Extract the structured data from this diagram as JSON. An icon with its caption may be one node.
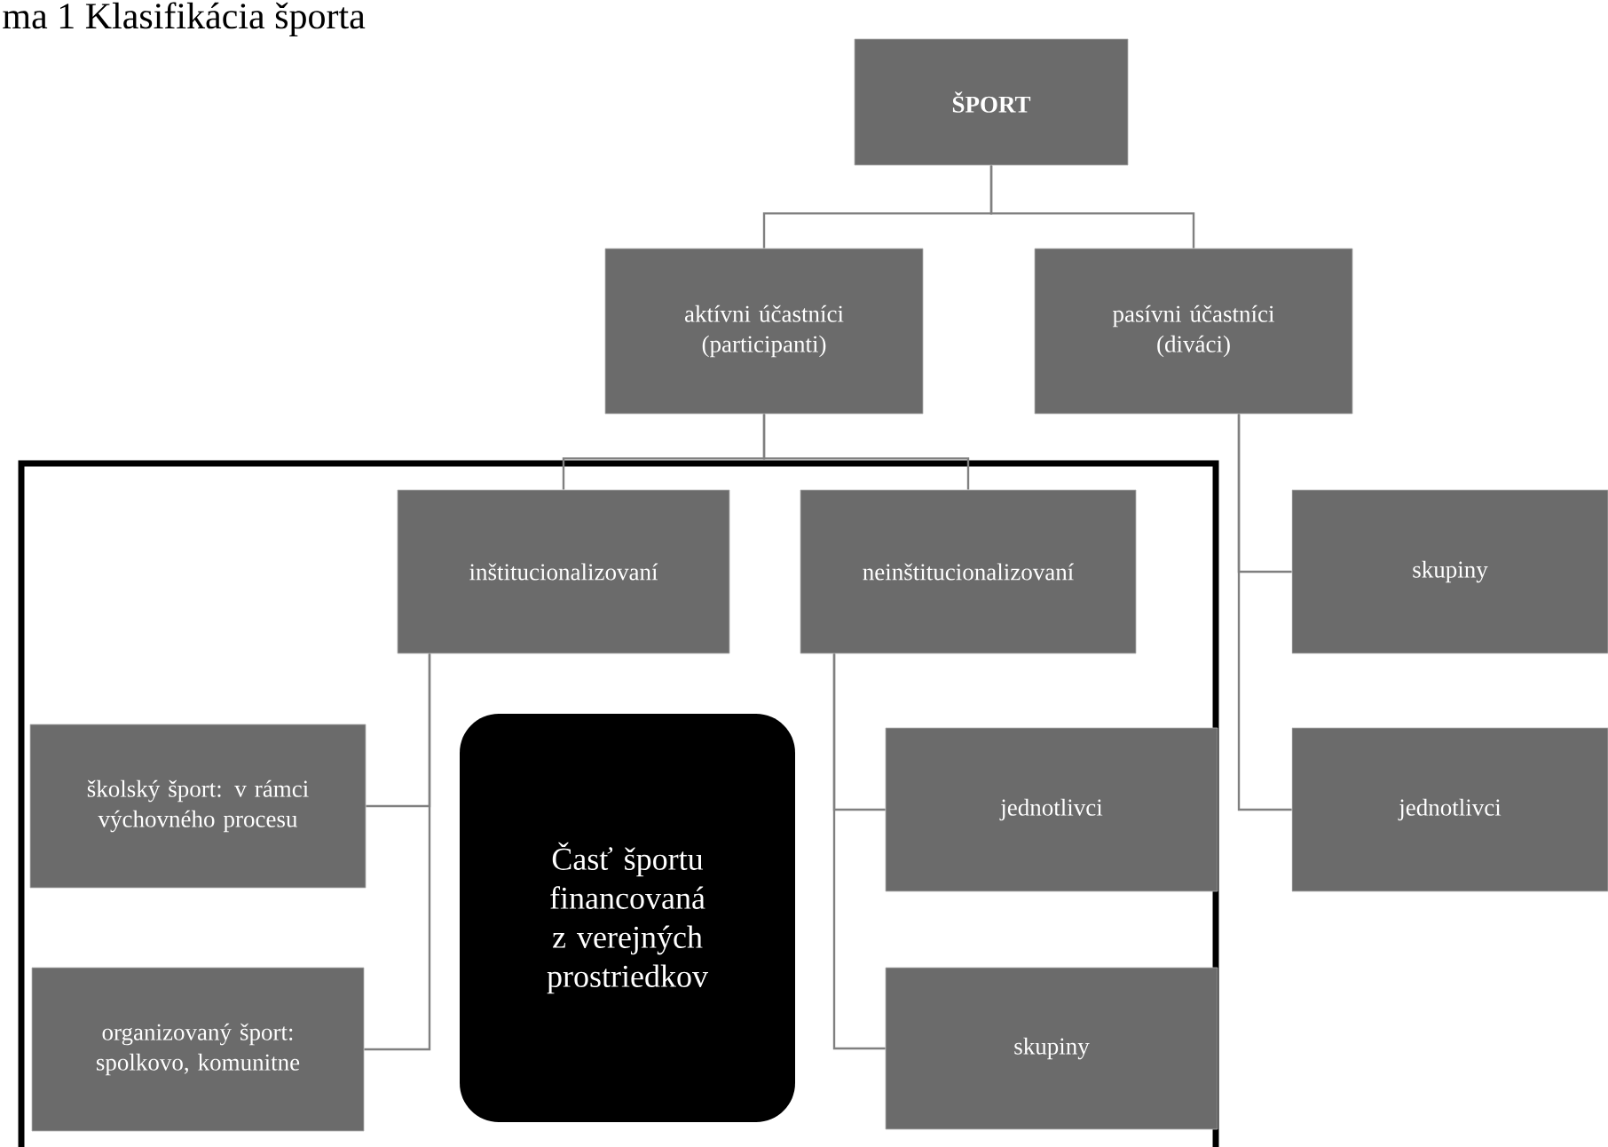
{
  "diagram": {
    "title": "ma 1 Klasifikácia športa",
    "nodes": [
      {
        "text": [
          "ŠPORT"
        ]
      },
      {
        "text": [
          "aktívni účastníci (participanti)"
        ]
      },
      {
        "text": [
          "pasívni účastníci (diváci)"
        ]
      },
      {
        "text": [],
        "shape": "box"
      },
      {
        "text": [
          "inštitucionalizovaní"
        ],
        "in": 3
      },
      {
        "text": [
          "neinštitucionalizovaní"
        ],
        "in": 3
      },
      {
        "text": [
          "školský šport: v rámci výchovného procesu"
        ],
        "in": 3
      },
      {
        "text": [
          "Časť športu financovaná z verejných prostriedkov"
        ],
        "in": 3
      },
      {
        "text": [
          "jednotlivci"
        ],
        "in": 3
      },
      {
        "text": [
          "organizovaný šport: spolkovo, komunitne"
        ],
        "in": 3
      },
      {
        "text": [
          "skupiny"
        ],
        "in": 3
      },
      {
        "text": [
          "skupiny"
        ]
      },
      {
        "text": [
          "jednotlivci"
        ]
      }
    ],
    "edges": [
      {
        "from": 0,
        "to": 1,
        "arrow": "none"
      },
      {
        "from": 0,
        "to": 2,
        "arrow": "none"
      },
      {
        "from": 1,
        "to": 4,
        "arrow": "none"
      },
      {
        "from": 1,
        "to": 5,
        "arrow": "none"
      },
      {
        "from": 4,
        "to": 6,
        "arrow": "none"
      },
      {
        "from": 4,
        "to": 9,
        "arrow": "none"
      },
      {
        "from": 5,
        "to": 8,
        "arrow": "none"
      },
      {
        "from": 5,
        "to": 10,
        "arrow": "none"
      },
      {
        "from": 2,
        "to": 11,
        "arrow": "none"
      },
      {
        "from": 2,
        "to": 12,
        "arrow": "none"
      }
    ]
  }
}
